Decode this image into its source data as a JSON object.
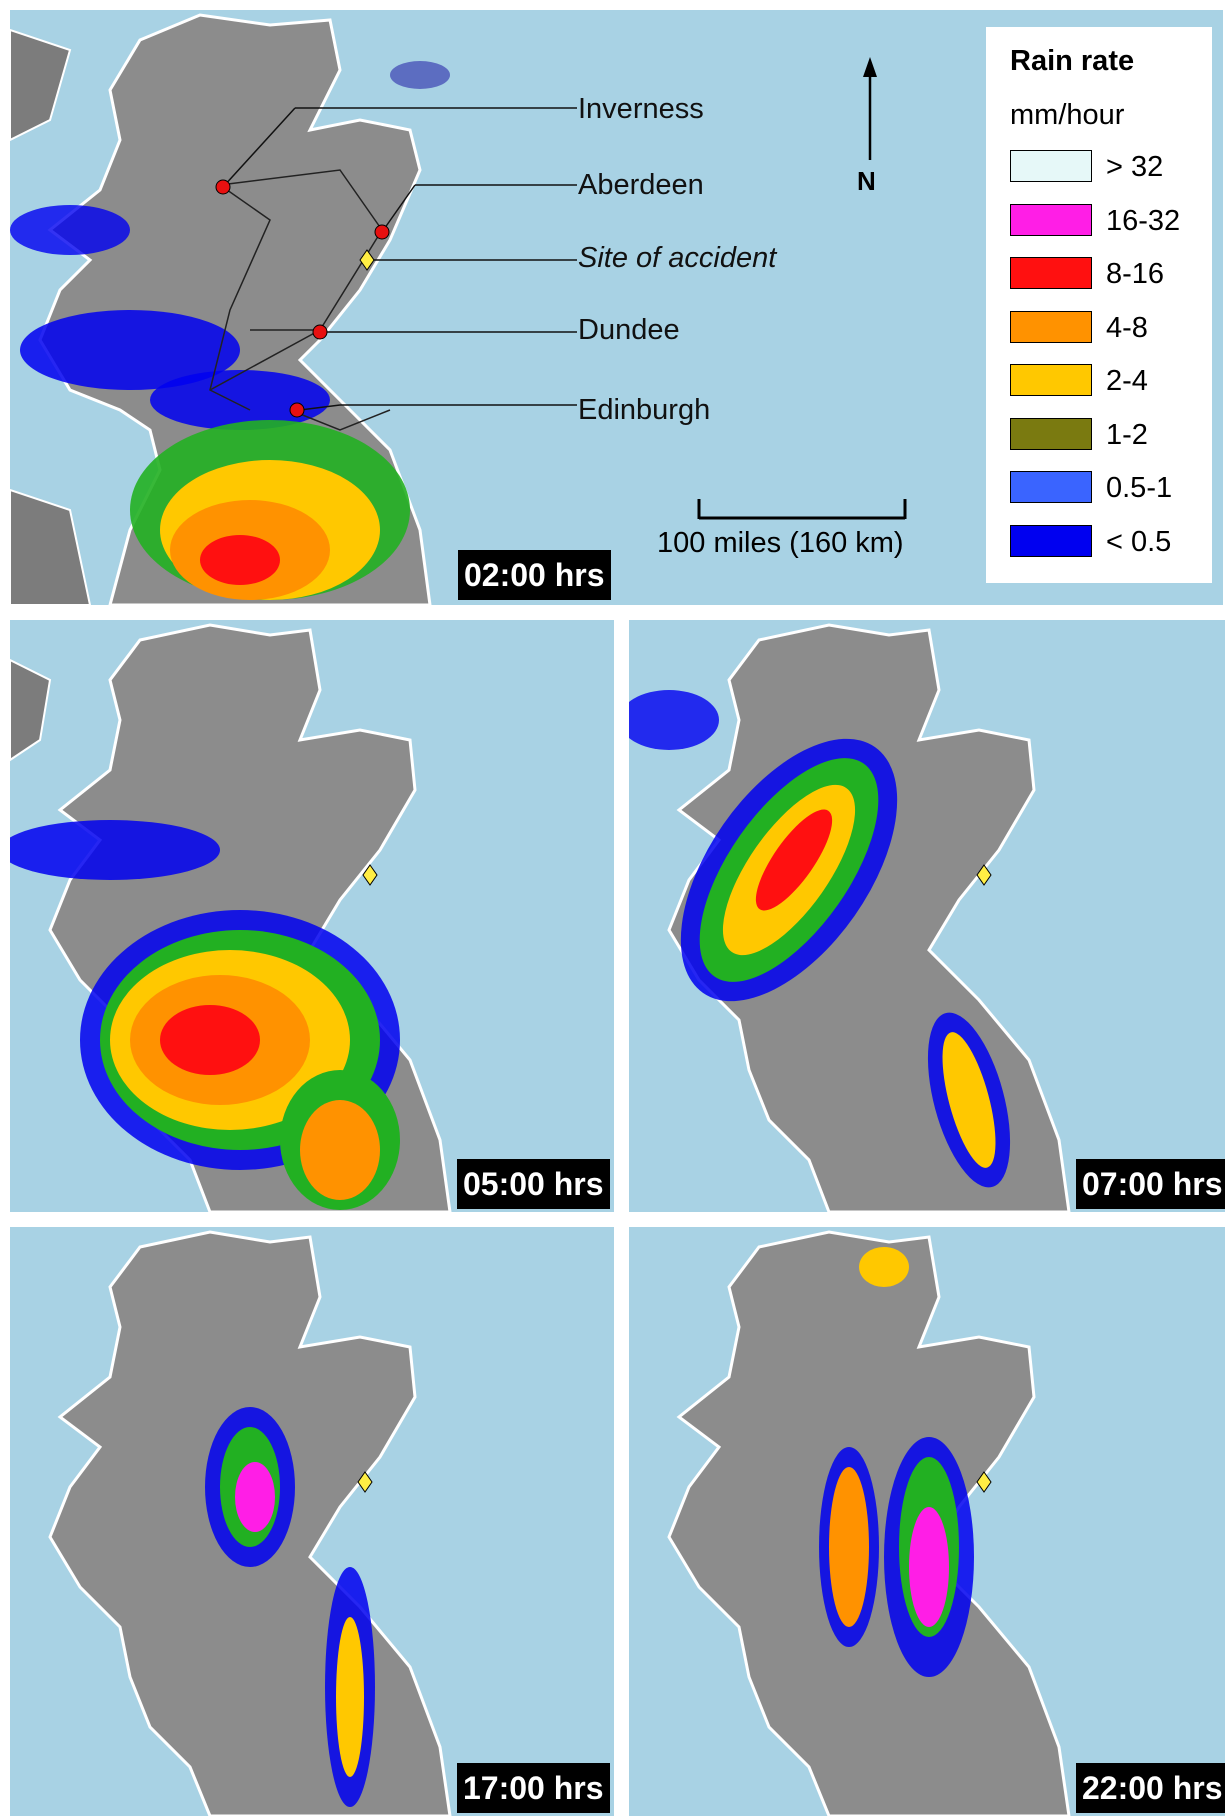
{
  "panels": [
    {
      "time_label": "02:00 hrs"
    },
    {
      "time_label": "05:00 hrs"
    },
    {
      "time_label": "07:00 hrs"
    },
    {
      "time_label": "17:00 hrs"
    },
    {
      "time_label": "22:00 hrs"
    }
  ],
  "cities": {
    "inverness": "Inverness",
    "aberdeen": "Aberdeen",
    "accident": "Site of accident",
    "dundee": "Dundee",
    "edinburgh": "Edinburgh"
  },
  "legend": {
    "title": "Rain rate",
    "unit": "mm/hour",
    "items": [
      {
        "label": "> 32",
        "color": "#e6f8f8"
      },
      {
        "label": "16-32",
        "color": "#ff1ee6"
      },
      {
        "label": "8-16",
        "color": "#ff1010"
      },
      {
        "label": "4-8",
        "color": "#ff9200"
      },
      {
        "label": "2-4",
        "color": "#ffc800"
      },
      {
        "label": "1-2",
        "color": "#7a7a10"
      },
      {
        "label": "0.5-1",
        "color": "#3a64ff"
      },
      {
        "label": "< 0.5",
        "color": "#0000f0"
      }
    ]
  },
  "compass": {
    "north_label": "N"
  },
  "scale_bar": {
    "label": "100 miles (160 km)"
  },
  "colors": {
    "sea": "#a8d2e4",
    "land": "#8a8a8a",
    "coastline": "#ffffff",
    "city_marker": "#e81010",
    "accident_marker": "#ffee44"
  }
}
